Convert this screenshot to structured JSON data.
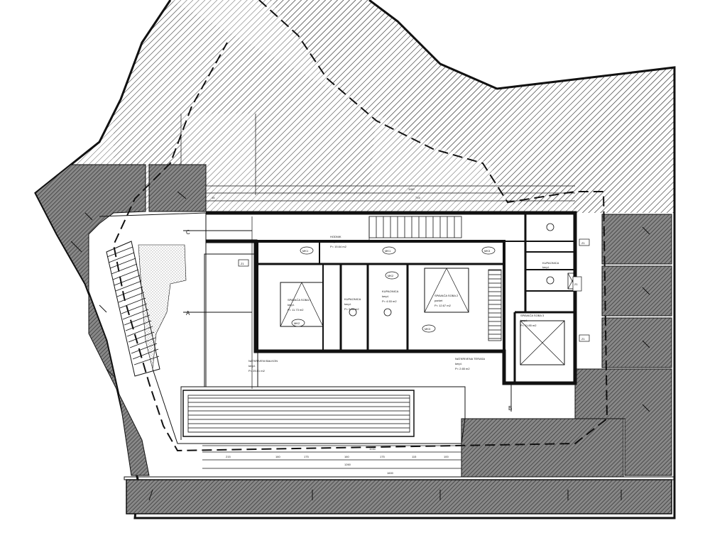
{
  "rooms": [
    {
      "name": "HODNIK",
      "floor": "kerpl.",
      "area": "P= 15.64 m2"
    },
    {
      "name": "SPAVAĆA SOBA 1",
      "floor": "kerpl.",
      "area": "P= 11.73 m2"
    },
    {
      "name": "KUPAONICA",
      "floor": "kerpl.",
      "area": "P= 5.56 m2"
    },
    {
      "name": "KUPAONICA",
      "floor": "kerpl.",
      "area": "P= 4.53 m2"
    },
    {
      "name": "SPAVAĆA SOBA 2",
      "floor": "parket",
      "area": "P= 12.67 m2"
    },
    {
      "name": "SPAVAĆA SOBA 3",
      "floor": "kerpl.",
      "area": "P= 11.85 m2"
    },
    {
      "name": "KUPAONICA",
      "floor": "kerpl.",
      "area": ""
    },
    {
      "name": "NATKRIVENI BALKON",
      "floor": "kerpl.",
      "area": "P= 25.51 m2"
    },
    {
      "name": "NATKRIVENA TERASA",
      "floor": "kerpl.",
      "area": "P= 2.65 m2"
    }
  ],
  "section_marks": {
    "a": "A",
    "b": "B",
    "c": "C"
  },
  "window_tags": [
    "Z1",
    "Z1",
    "Z1",
    "Z1"
  ],
  "door_tags": [
    "MK1",
    "MK2",
    "MK2",
    "MK3",
    "MK3",
    "MK1"
  ],
  "dimensions": {
    "top": [
      "1160",
      "715",
      "45"
    ],
    "bottom_row1": [
      "1030"
    ],
    "bottom_row2": [
      "215",
      "160",
      "175",
      "160",
      "175",
      "115",
      "100"
    ],
    "bottom_row3": [
      "1260"
    ],
    "bottom_row4": [
      "1600"
    ]
  },
  "colors": {
    "line": "#111111",
    "hatch": "#333333",
    "wall": "#111111",
    "background": "#ffffff"
  }
}
